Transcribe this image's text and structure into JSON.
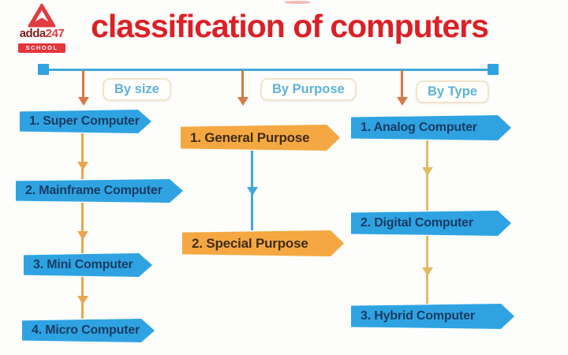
{
  "header": {
    "logo": {
      "brand": "adda",
      "brand_suffix": "247",
      "badge": "SCHOOL"
    },
    "title": "classification of computers"
  },
  "tree": {
    "branches": [
      {
        "label": "By size",
        "node_style": "blue",
        "items": [
          "1. Super Computer",
          "2. Mainframe Computer",
          "3. Mini Computer",
          "4. Micro Computer"
        ]
      },
      {
        "label": "By Purpose",
        "node_style": "orange",
        "items": [
          "1. General Purpose",
          "2. Special Purpose"
        ]
      },
      {
        "label": "By Type",
        "node_style": "blue",
        "items": [
          "1. Analog Computer",
          "2. Digital Computer",
          "3. Hybrid Computer"
        ]
      }
    ]
  },
  "colors": {
    "title_red": "#dc2026",
    "logo_red": "#e23a3e",
    "logo_dark_red": "#7e1b1e",
    "node_blue": "#2fa3e2",
    "node_blue_text": "#173c63",
    "node_orange": "#f5a842",
    "node_orange_text": "#3f2c0e",
    "trunk_line_blue": "#41a8db",
    "branch_arrow_terracotta": "#d57948",
    "connector_orange": "#eaa44f",
    "connector_blue": "#3fa6de",
    "connector_gold": "#e2bb64",
    "tag_text_blue": "#5cb2dd",
    "tag_border_tan": "#f1e3cb"
  }
}
